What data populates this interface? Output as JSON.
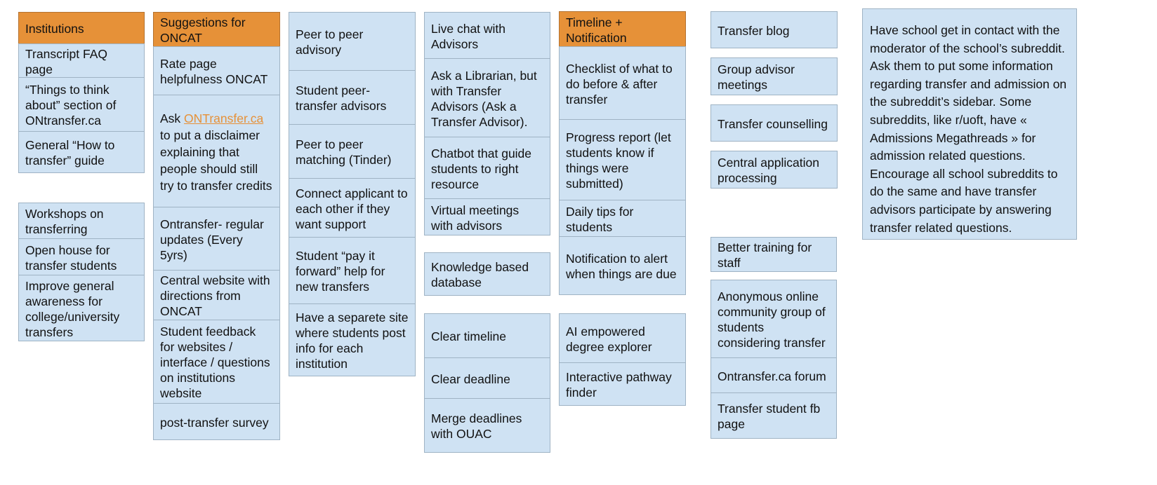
{
  "columns": {
    "col1": {
      "institutions_header": "Institutions",
      "transcript_faq": "Transcript FAQ page",
      "things_to_think": "“Things to think about” section of ONtransfer.ca",
      "how_to_guide": "General “How to transfer” guide",
      "workshops": "Workshops on transferring",
      "open_house": "Open house for transfer students",
      "awareness": "Improve general awareness for college/university transfers"
    },
    "col2": {
      "oncat_header": "Suggestions for ONCAT",
      "rate_page": "Rate page helpfulness ONCAT",
      "ask_prefix": "Ask ",
      "ask_link": "ONTransfer.ca",
      "ask_suffix": " to put a disclaimer explaining that people should still try to transfer credits",
      "regular_updates": "Ontransfer- regular updates (Every 5yrs)",
      "central_website": "Central website with directions from ONCAT",
      "student_feedback": "Student feedback for websites  /  interface / questions on institutions website",
      "post_transfer_survey": "post-transfer survey"
    },
    "col3": {
      "peer_advisory": "Peer to peer advisory",
      "peer_advisors": "Student peer-transfer advisors",
      "peer_matching": "Peer to peer matching (Tinder)",
      "connect_applicant": "Connect applicant to each other if they want support",
      "pay_forward": "Student “pay it forward” help for new transfers",
      "separate_site": "Have a separete site where students post info for each institution"
    },
    "col4": {
      "live_chat": "Live chat with Advisors",
      "ask_librarian": "Ask a Librarian, but with Transfer Advisors (Ask a Transfer Advisor).",
      "chatbot": "Chatbot that guide students to right resource",
      "virtual_meetings": "Virtual meetings with advisors",
      "knowledge_db": "Knowledge based database",
      "clear_timeline": "Clear timeline",
      "clear_deadline": "Clear deadline",
      "merge_deadlines": "Merge deadlines with OUAC"
    },
    "col5": {
      "timeline_header": "Timeline + Notification",
      "checklist": "Checklist of what to do before & after transfer",
      "progress_report": "Progress report (let students know if things were submitted)",
      "daily_tips": "Daily tips for students",
      "notification": "Notification to alert when things are due",
      "ai_explorer": "AI empowered degree explorer",
      "pathway_finder": "Interactive pathway finder"
    },
    "col6": {
      "transfer_blog": "Transfer blog",
      "group_advisor": "Group advisor meetings",
      "transfer_counselling": "Transfer counselling",
      "central_application": "Central application processing",
      "better_training": "Better training for staff",
      "anon_community": "Anonymous online community group of students considering transfer",
      "forum": "Ontransfer.ca forum",
      "fb_page": "Transfer student fb page"
    }
  },
  "subreddit_note": "Have school get in contact with the moderator of the school’s subreddit. Ask them to put some information regarding transfer and admission on the subreddit’s sidebar. Some subreddits, like r/uoft, have « Admissions Megathreads » for admission related questions. Encourage all school subreddits to do the same and have transfer advisors participate by answering transfer related questions.",
  "colors": {
    "card_fill": "#cfe2f3",
    "header_fill": "#e69138",
    "border": "#9fb3c4",
    "link": "#e69138"
  }
}
